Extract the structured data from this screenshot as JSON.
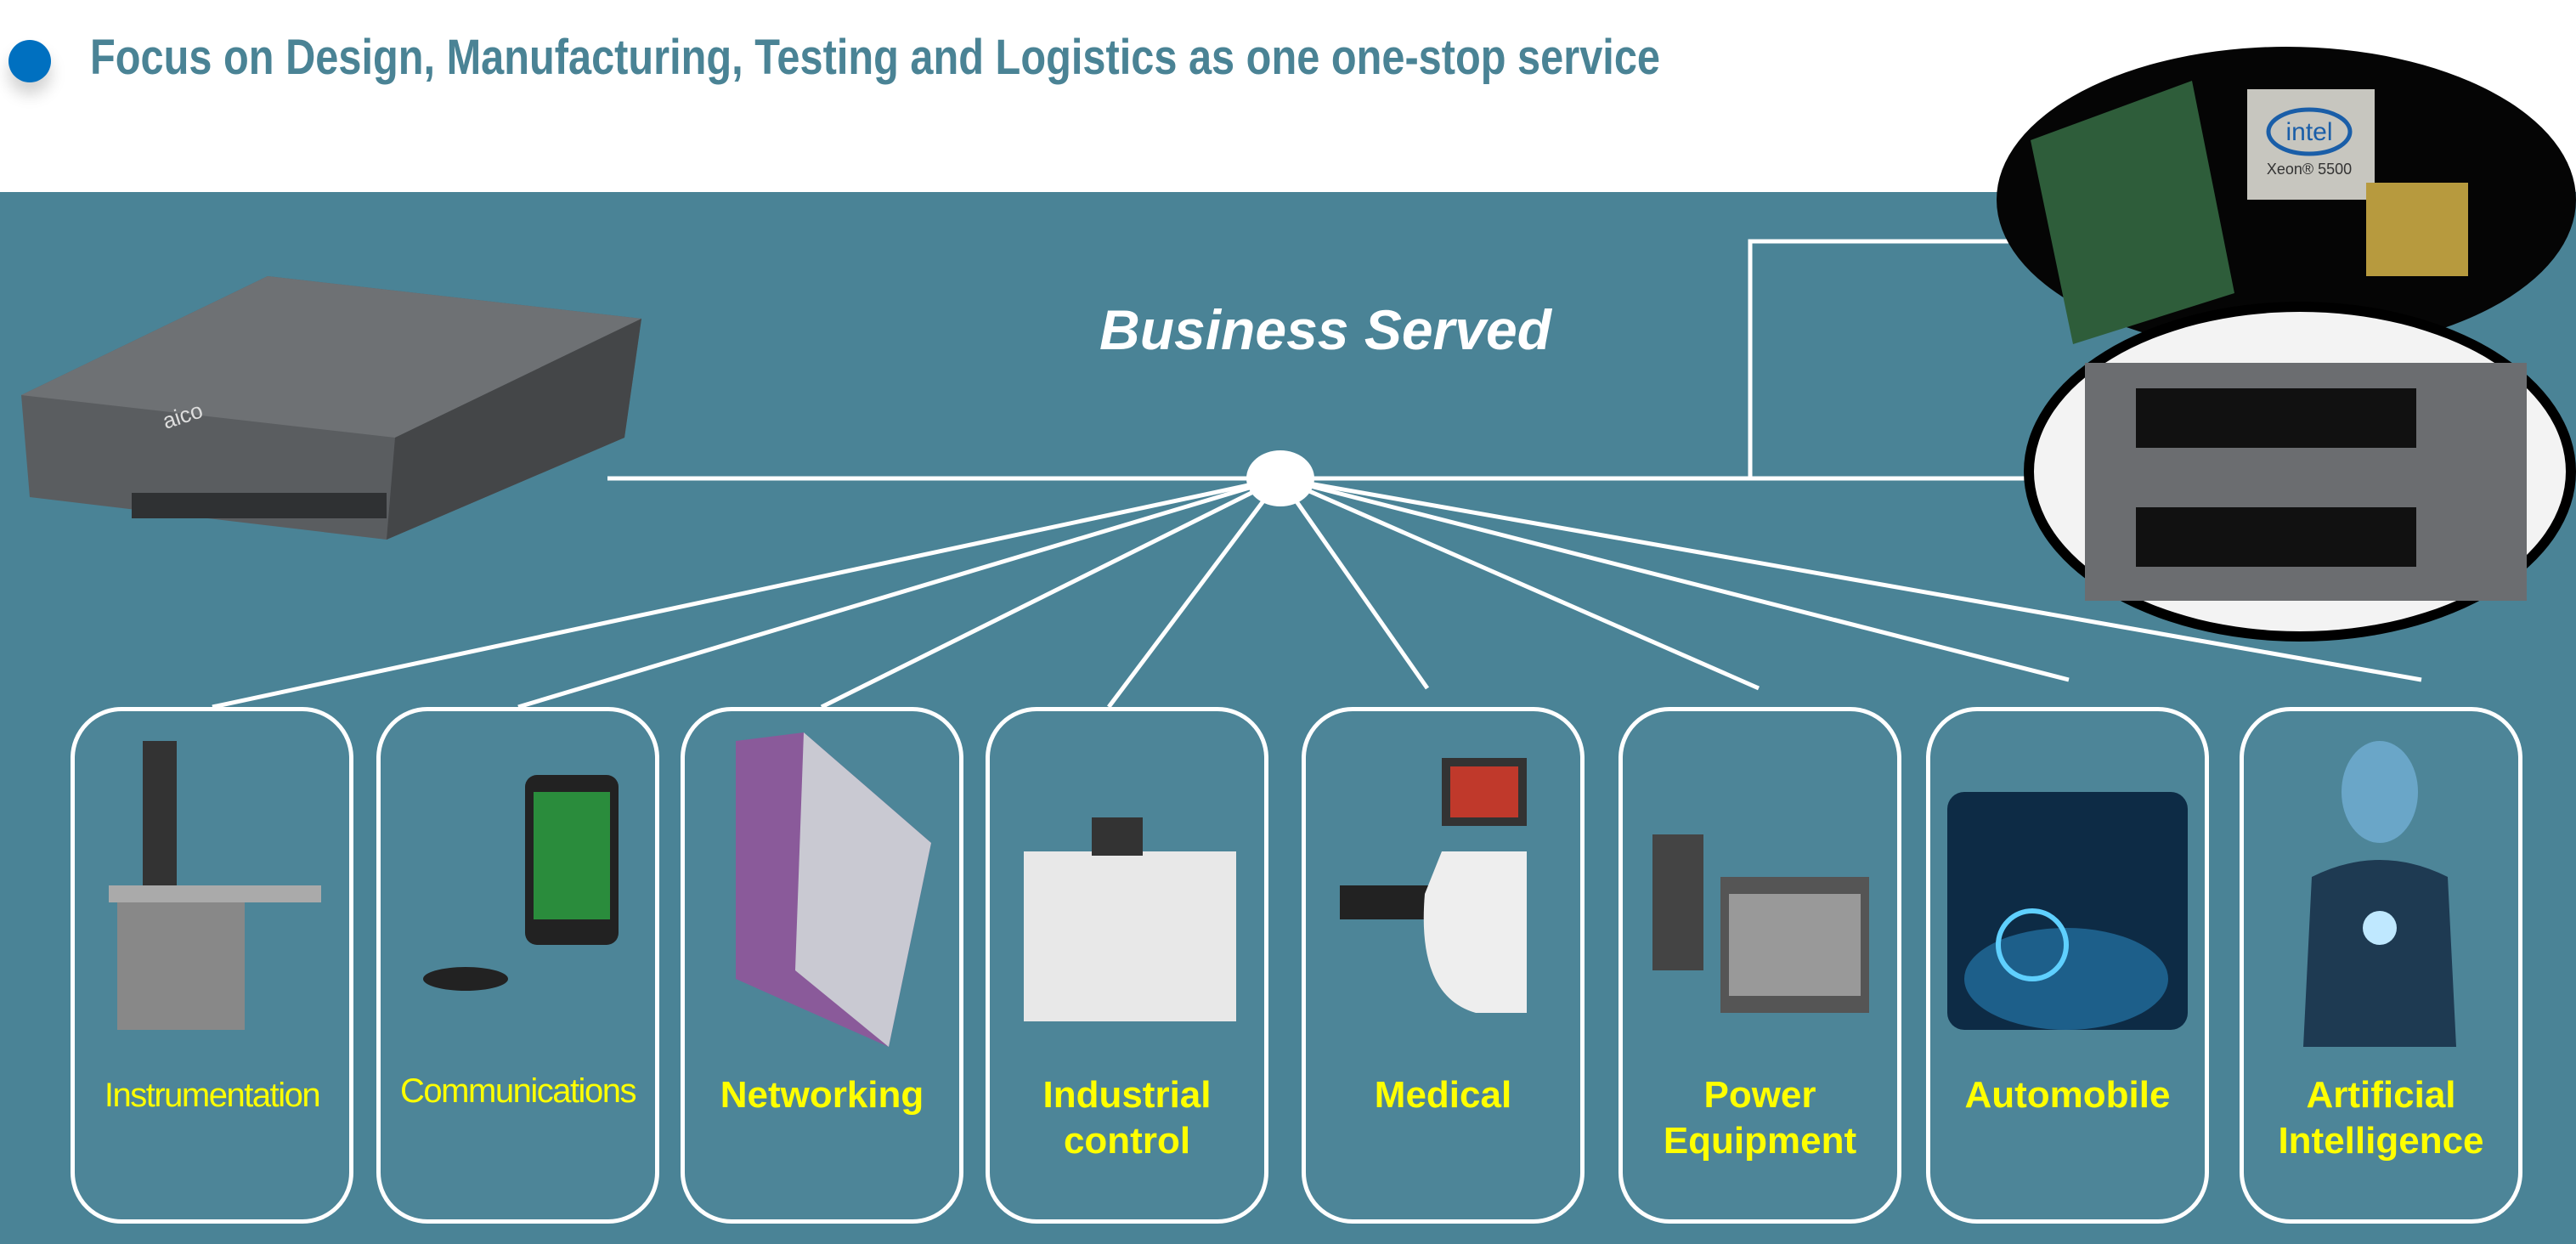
{
  "header": {
    "title": "Focus on Design, Manufacturing, Testing and Logistics as one one-stop service"
  },
  "diagram": {
    "title": "Business Served"
  },
  "chip": {
    "brand": "intel",
    "model": "Xeon® 5500"
  },
  "device": {
    "brand": "aico"
  },
  "categories": [
    {
      "label": "Instrumentation"
    },
    {
      "label": "Communications"
    },
    {
      "label": "Networking"
    },
    {
      "label": "Industrial control"
    },
    {
      "label": "Medical"
    },
    {
      "label": "Power Equipment"
    },
    {
      "label": "Automobile"
    },
    {
      "label": "Artificial Intelligence"
    }
  ],
  "colors": {
    "band": "#4a8396",
    "header": "#4a8395",
    "bullet": "#0070c0",
    "label": "#ffff00"
  }
}
